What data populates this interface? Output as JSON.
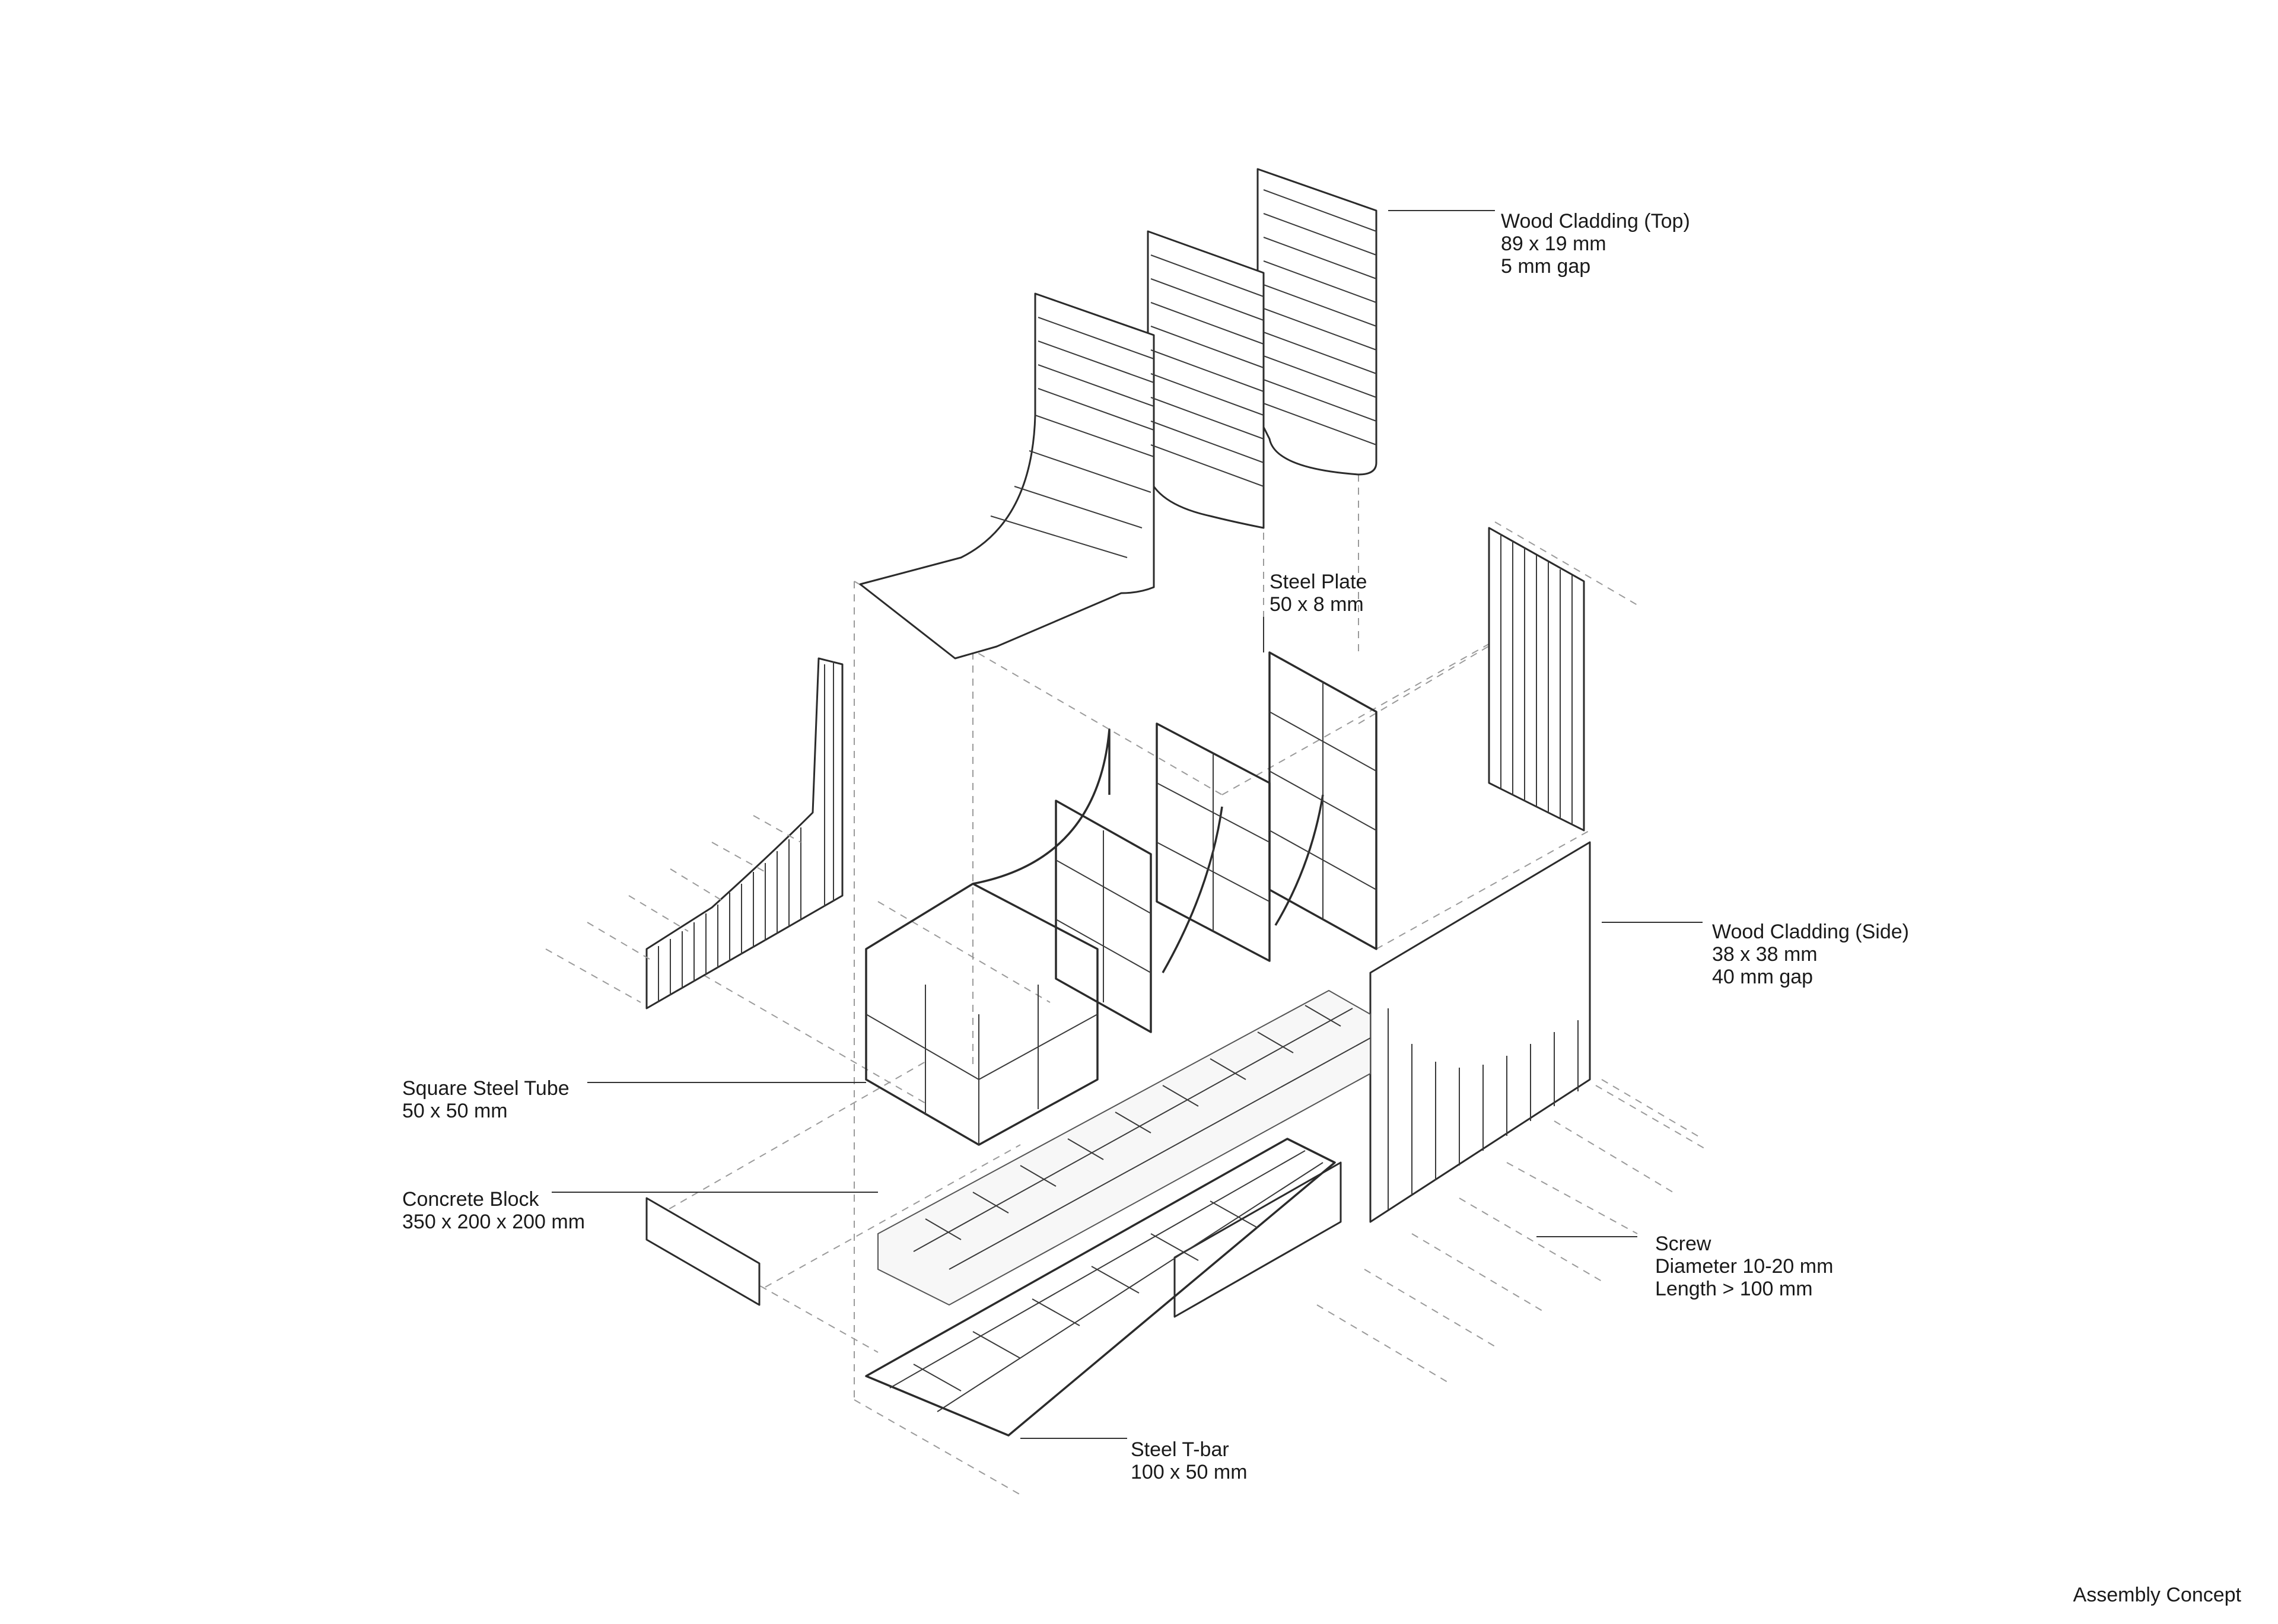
{
  "labels": {
    "wood_top": {
      "title": "Wood Cladding (Top)",
      "dim": "89 x 19 mm",
      "extra": "5 mm gap"
    },
    "steel_plate": {
      "title": "Steel Plate",
      "dim": "50 x 8 mm"
    },
    "wood_side": {
      "title": "Wood Cladding (Side)",
      "dim": "38 x 38 mm",
      "extra": "40 mm gap"
    },
    "tube": {
      "title": "Square Steel Tube",
      "dim": "50 x 50 mm"
    },
    "concrete": {
      "title": "Concrete Block",
      "dim": "350 x 200 x 200 mm"
    },
    "screw": {
      "title": "Screw",
      "dim": "Diameter 10-20 mm",
      "extra": "Length > 100 mm"
    },
    "tbar": {
      "title": "Steel T-bar",
      "dim": "100 x 50 mm"
    }
  },
  "footer": "Assembly Concept"
}
